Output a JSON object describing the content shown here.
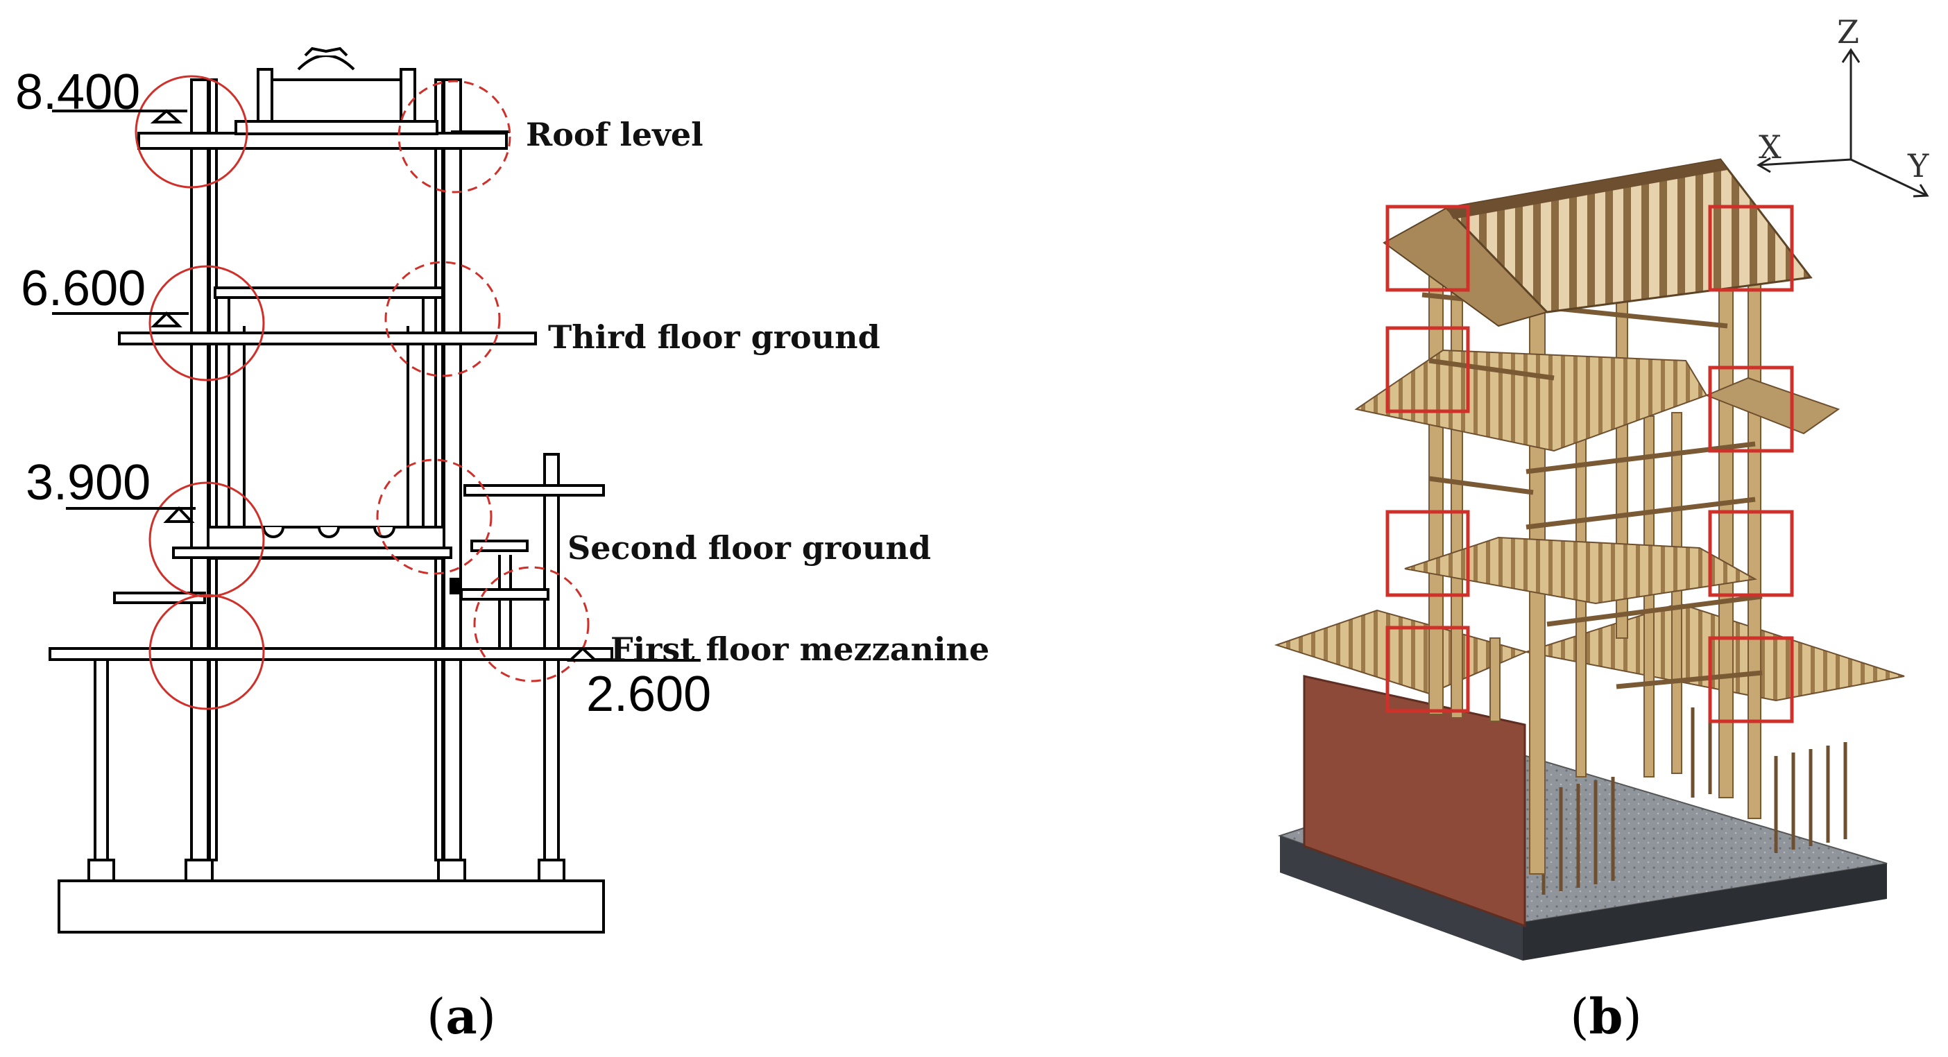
{
  "panel_a": {
    "levels": {
      "roof": "8.400",
      "third": "6.600",
      "second": "3.900",
      "mezzanine": "2.600"
    },
    "floor_labels": {
      "roof": "Roof level",
      "third": "Third floor ground",
      "second": "Second floor ground",
      "mezzanine": "First floor mezzanine"
    },
    "caption": {
      "open": "(",
      "letter": "a",
      "close": ")"
    }
  },
  "panel_b": {
    "axes": {
      "z": "Z",
      "x": "X",
      "y": "Y"
    },
    "caption": {
      "open": "(",
      "letter": "b",
      "close": ")"
    }
  },
  "colors": {
    "highlight": "#d0302a",
    "timber": "#c8a872",
    "timber_dark": "#7a5a34",
    "wall": "#8e4a38",
    "base": "#3a3e44",
    "floor": "#8d9296",
    "line": "#000000"
  }
}
